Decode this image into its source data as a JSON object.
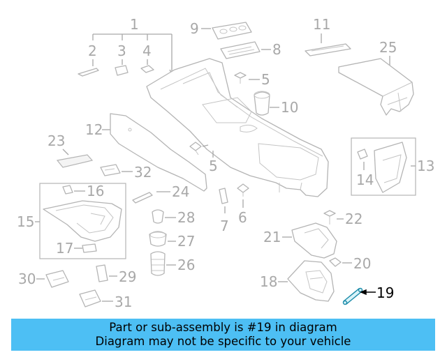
{
  "diagram": {
    "highlighted_callout": "19",
    "highlight_color": "#1a8aa8",
    "callouts": {
      "c1": "1",
      "c2": "2",
      "c3": "3",
      "c4": "4",
      "c5a": "5",
      "c5b": "5",
      "c6": "6",
      "c7": "7",
      "c8": "8",
      "c9": "9",
      "c10": "10",
      "c11": "11",
      "c12": "12",
      "c13": "13",
      "c14": "14",
      "c15": "15",
      "c16": "16",
      "c17": "17",
      "c18": "18",
      "c19": "19",
      "c20": "20",
      "c21": "21",
      "c22": "22",
      "c23": "23",
      "c24": "24",
      "c25": "25",
      "c26": "26",
      "c27": "27",
      "c28": "28",
      "c29": "29",
      "c30": "30",
      "c31": "31",
      "c32": "32"
    }
  },
  "banner": {
    "line1": "Part or sub-assembly is #19 in diagram",
    "line2": "Diagram may not be specific to your vehicle",
    "background": "#4dbff4"
  }
}
